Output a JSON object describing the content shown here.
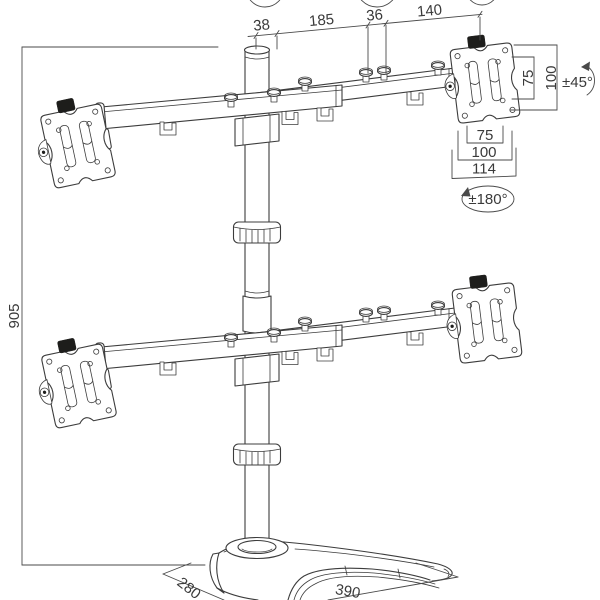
{
  "annotations": {
    "top_dims": [
      "38",
      "185",
      "36",
      "140"
    ],
    "tilt": {
      "inner": "75",
      "outer": "100",
      "angle": "±45°"
    },
    "rotate": {
      "inner": "75",
      "outer": "100",
      "width": "114",
      "angle": "±180°"
    },
    "height": "905",
    "base": {
      "depth": "280",
      "width": "390"
    }
  },
  "style": {
    "line_color": "#3c3c3c",
    "knob_color": "#1d1d1b",
    "background": "#ffffff"
  }
}
